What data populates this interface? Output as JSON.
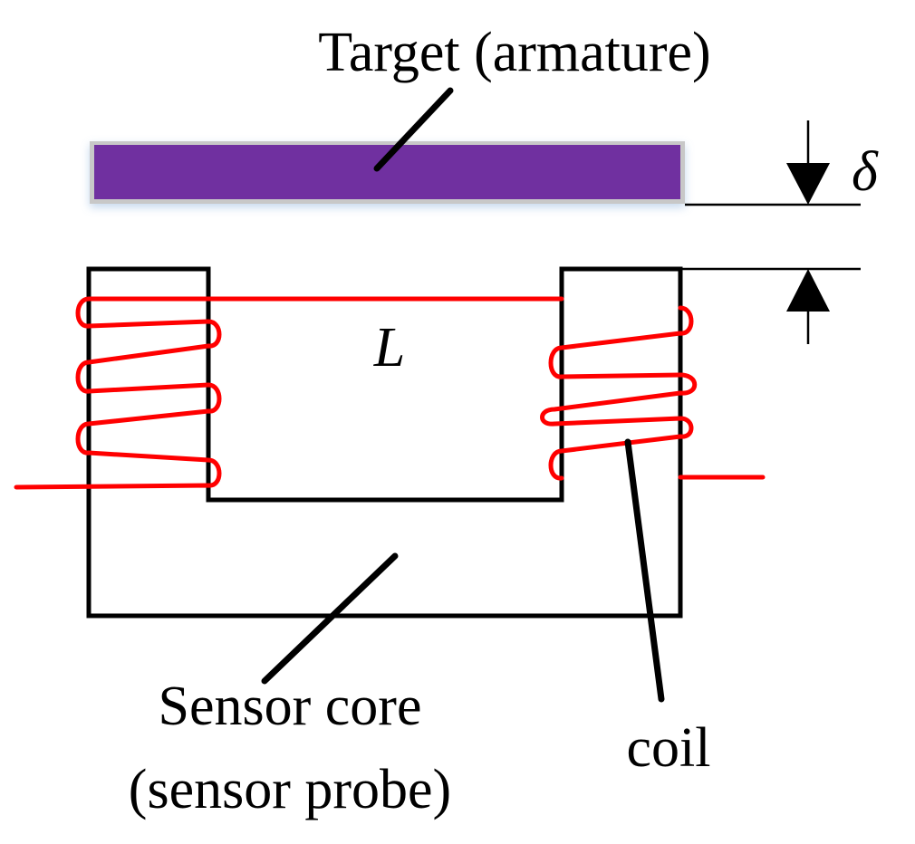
{
  "labels": {
    "target": "Target (armature)",
    "gap": "δ",
    "inductance": "L",
    "core_line1": "Sensor core",
    "core_line2": "(sensor probe)",
    "coil": "coil"
  },
  "colors": {
    "target_fill": "#7030a0",
    "coil": "#ff0000",
    "core": "#000000"
  }
}
